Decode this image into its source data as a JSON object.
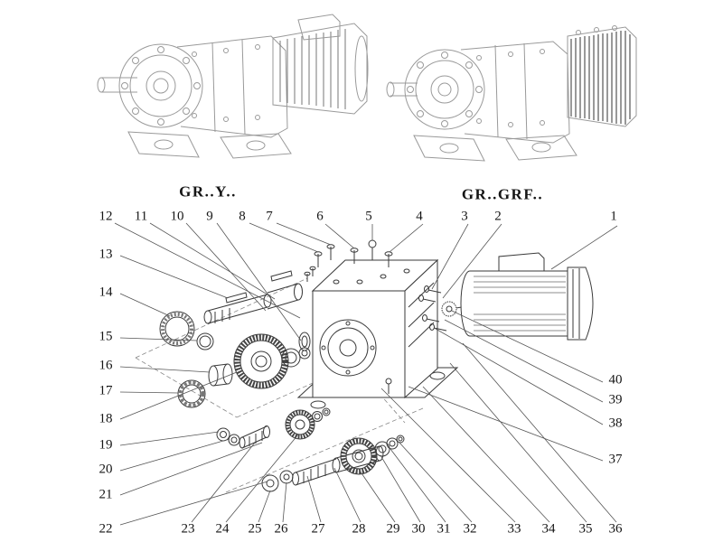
{
  "variants": {
    "left_label": "GR..Y..",
    "right_label": "GR..GRF.."
  },
  "callouts": {
    "n1": "1",
    "n2": "2",
    "n3": "3",
    "n4": "4",
    "n5": "5",
    "n6": "6",
    "n7": "7",
    "n8": "8",
    "n9": "9",
    "n10": "10",
    "n11": "11",
    "n12": "12",
    "n13": "13",
    "n14": "14",
    "n15": "15",
    "n16": "16",
    "n17": "17",
    "n18": "18",
    "n19": "19",
    "n20": "20",
    "n21": "21",
    "n22": "22",
    "n23": "23",
    "n24": "24",
    "n25": "25",
    "n26": "26",
    "n27": "27",
    "n28": "28",
    "n29": "29",
    "n30": "30",
    "n31": "31",
    "n32": "32",
    "n33": "33",
    "n34": "34",
    "n35": "35",
    "n36": "36",
    "n37": "37",
    "n38": "38",
    "n39": "39",
    "n40": "40"
  },
  "colors": {
    "background": "#ffffff",
    "exploded_linework": "#3a3a3a",
    "overview_linework": "#9a9a9a",
    "leader_line": "#555555"
  }
}
